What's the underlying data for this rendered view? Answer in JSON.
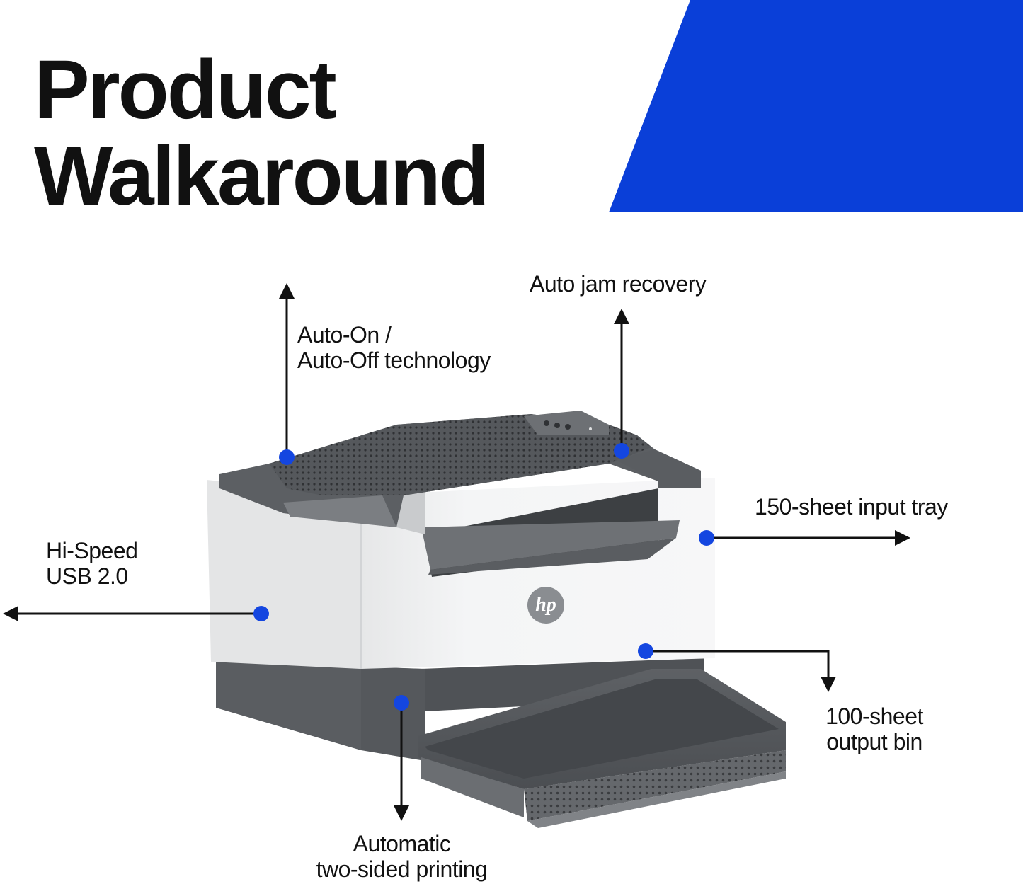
{
  "heading": {
    "line1": "Product",
    "line2": "Walkaround"
  },
  "logo_text": "hp",
  "colors": {
    "accent": "#0a3fd8",
    "marker": "#1446e0",
    "printer_white": "#f1f2f3",
    "printer_gray": "#5f6266",
    "printer_dark": "#4a4d51"
  },
  "features": [
    {
      "id": "auto-on-off",
      "lines": [
        "Auto-On /",
        "Auto-Off technology"
      ]
    },
    {
      "id": "auto-jam",
      "lines": [
        "Auto jam recovery"
      ]
    },
    {
      "id": "input-tray",
      "lines": [
        "150-sheet input tray"
      ]
    },
    {
      "id": "usb",
      "lines": [
        "Hi-Speed",
        "USB 2.0"
      ]
    },
    {
      "id": "output-bin",
      "lines": [
        "100-sheet",
        "output bin"
      ]
    },
    {
      "id": "duplex",
      "lines": [
        "Automatic",
        "two-sided printing"
      ]
    }
  ]
}
